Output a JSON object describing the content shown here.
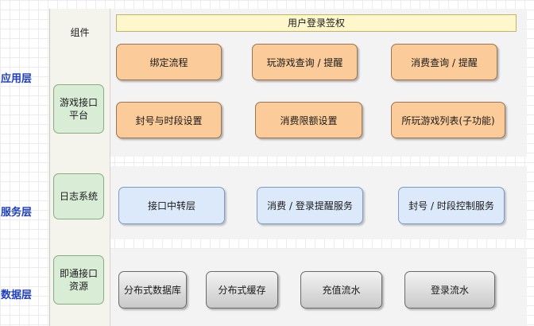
{
  "layers": {
    "app": "应用层",
    "service": "服务层",
    "data": "数据层"
  },
  "sidebar": {
    "title": "组件",
    "game_api": "游戏接口\n平台",
    "log_system": "日志系统",
    "instant_api": "即通接口\n资源"
  },
  "app_layer": {
    "header": "用户登录签权",
    "row1": [
      "绑定流程",
      "玩游戏查询 / 提醒",
      "消费查询 / 提醒"
    ],
    "row2": [
      "封号与时段设置",
      "消费限额设置",
      "所玩游戏列表(子功能)"
    ]
  },
  "service_layer": {
    "items": [
      "接口中转层",
      "消费 / 登录提醒服务",
      "封号 / 时段控制服务"
    ]
  },
  "data_layer": {
    "items": [
      "分布式数据库",
      "分布式缓存",
      "充值流水",
      "登录流水"
    ]
  },
  "colors": {
    "layer_label": "#1f3fbf",
    "app_box_fill": "#fbcb99",
    "service_box_fill": "#dce9fa",
    "data_box_fill": "#c9c9c9",
    "sidebar_box_fill": "#d8ecd6",
    "header_fill": "#fff7cc"
  }
}
